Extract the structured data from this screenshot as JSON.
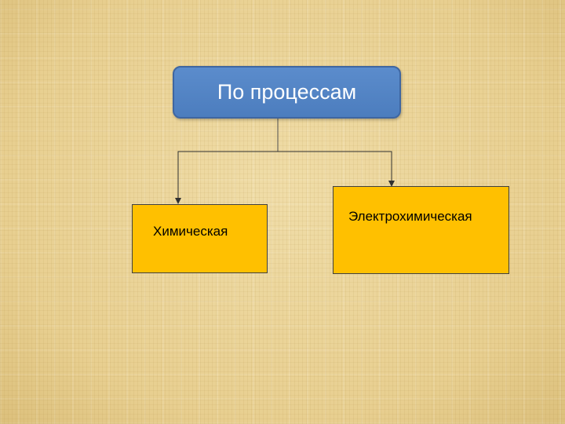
{
  "diagram": {
    "root": {
      "label": "По процессам"
    },
    "children": [
      {
        "label": "Химическая"
      },
      {
        "label": "Электрохимическая"
      }
    ],
    "colors": {
      "root_fill": "#4f81bd",
      "child_fill": "#ffc000",
      "connector": "#404040"
    }
  }
}
